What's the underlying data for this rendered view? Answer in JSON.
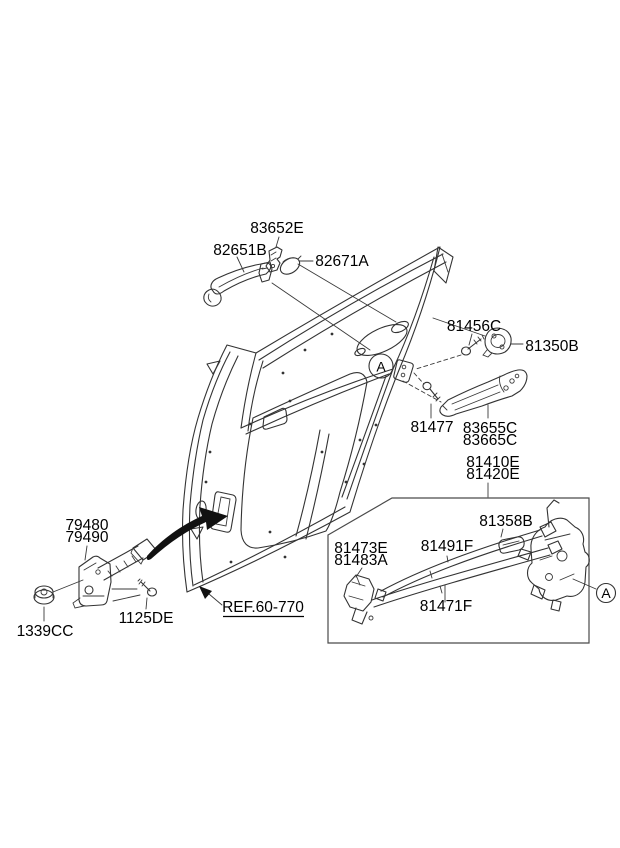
{
  "diagram": {
    "type": "vehicle-parts-diagram",
    "subject": "rear-door-locking-mechanism",
    "colors": {
      "background": "#ffffff",
      "line_art": "#333333",
      "box_outline": "#4a4a4a",
      "text": "#000000"
    },
    "labels": {
      "l83652E": "83652E",
      "l82651B": "82651B",
      "l82671A": "82671A",
      "l81456C": "81456C",
      "l81350B": "81350B",
      "l81477": "81477",
      "l83655C": "83655C",
      "l83665C": "83665C",
      "l81410E": "81410E",
      "l81420E": "81420E",
      "l81358B": "81358B",
      "l81473E": "81473E",
      "l81483A": "81483A",
      "l81491F": "81491F",
      "l81471F": "81471F",
      "l79480": "79480",
      "l79490": "79490",
      "l1339CC": "1339CC",
      "l1125DE": "1125DE",
      "ref": "REF.60-770",
      "markerA": "A"
    }
  }
}
